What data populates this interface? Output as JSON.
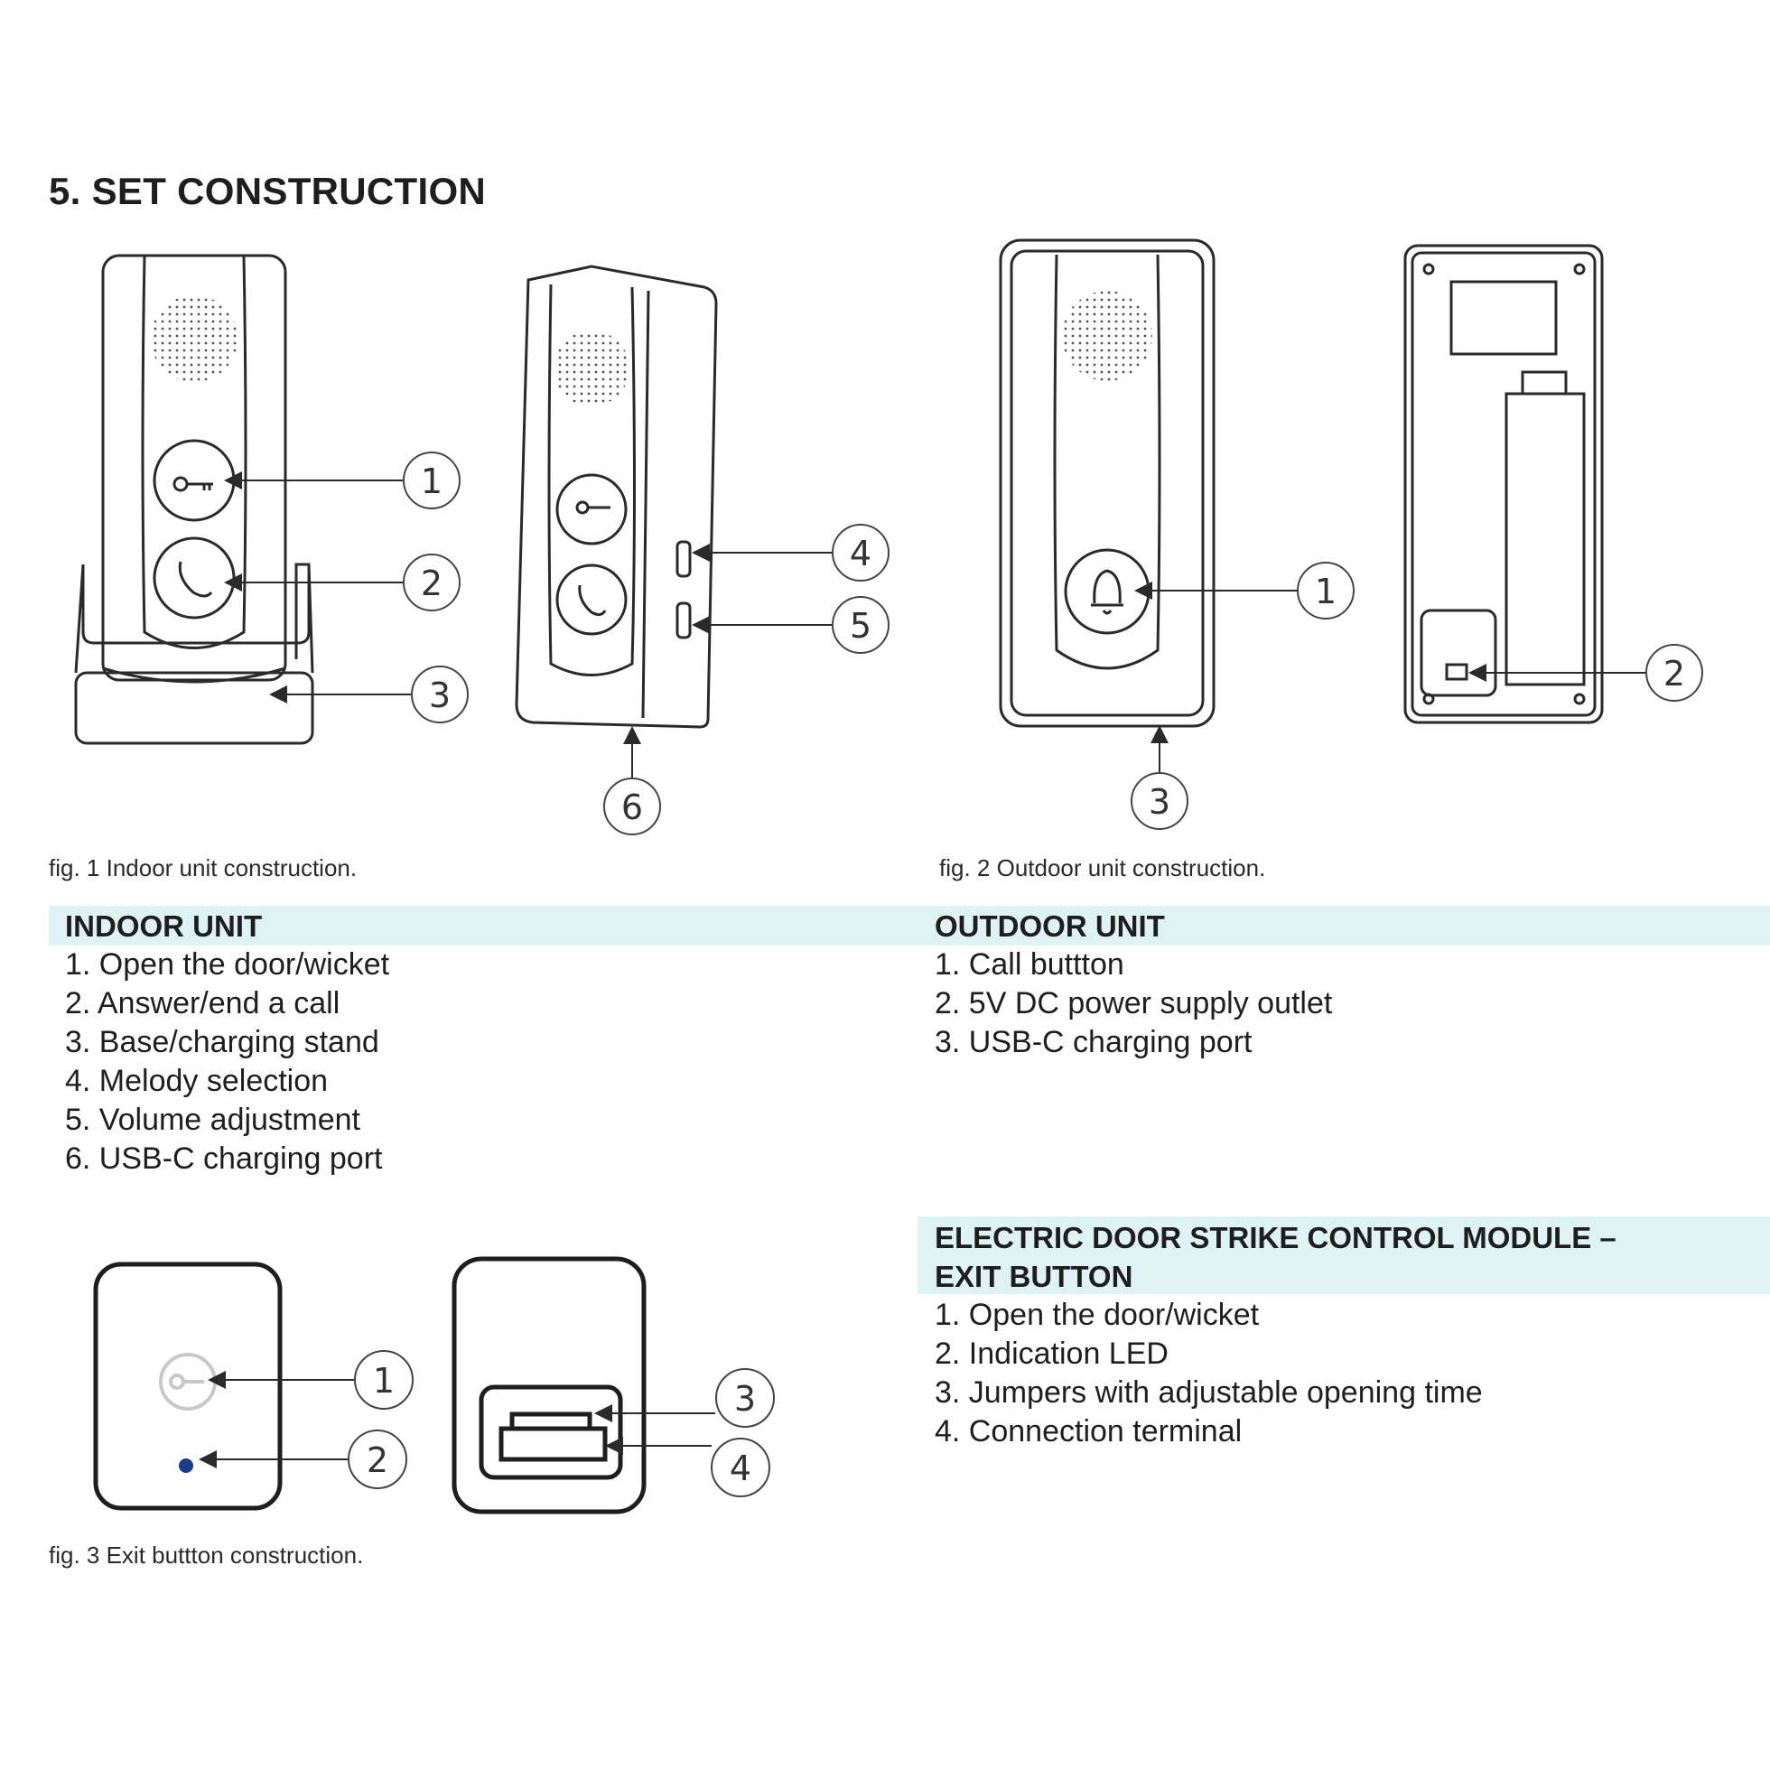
{
  "section_title": "5. SET CONSTRUCTION",
  "figures": {
    "fig1": {
      "caption": "fig. 1 Indoor unit construction.",
      "callouts": [
        "1",
        "2",
        "3",
        "4",
        "5",
        "6"
      ]
    },
    "fig2": {
      "caption": "fig. 2 Outdoor unit construction.",
      "callouts": [
        "1",
        "2",
        "3"
      ]
    },
    "fig3": {
      "caption": "fig. 3 Exit buttton construction.",
      "callouts": [
        "1",
        "2",
        "3",
        "4"
      ]
    }
  },
  "indoor_unit": {
    "title": "INDOOR UNIT",
    "items": [
      "1. Open the door/wicket",
      "2. Answer/end a call",
      "3. Base/charging stand",
      "4. Melody selection",
      "5. Volume adjustment",
      "6. USB-C charging port"
    ]
  },
  "outdoor_unit": {
    "title": "OUTDOOR UNIT",
    "items": [
      "1. Call buttton",
      "2. 5V DC power supply outlet",
      "3. USB-C charging port"
    ]
  },
  "exit_button": {
    "title_line1": "ELECTRIC DOOR STRIKE CONTROL MODULE –",
    "title_line2": "EXIT BUTTON",
    "items": [
      "1. Open the door/wicket",
      "2. Indication LED",
      "3. Jumpers with adjustable opening time",
      "4. Connection terminal"
    ]
  },
  "colors": {
    "band": "#dff3f5",
    "led": "#1a3c8c",
    "line": "#2a2a2a"
  }
}
